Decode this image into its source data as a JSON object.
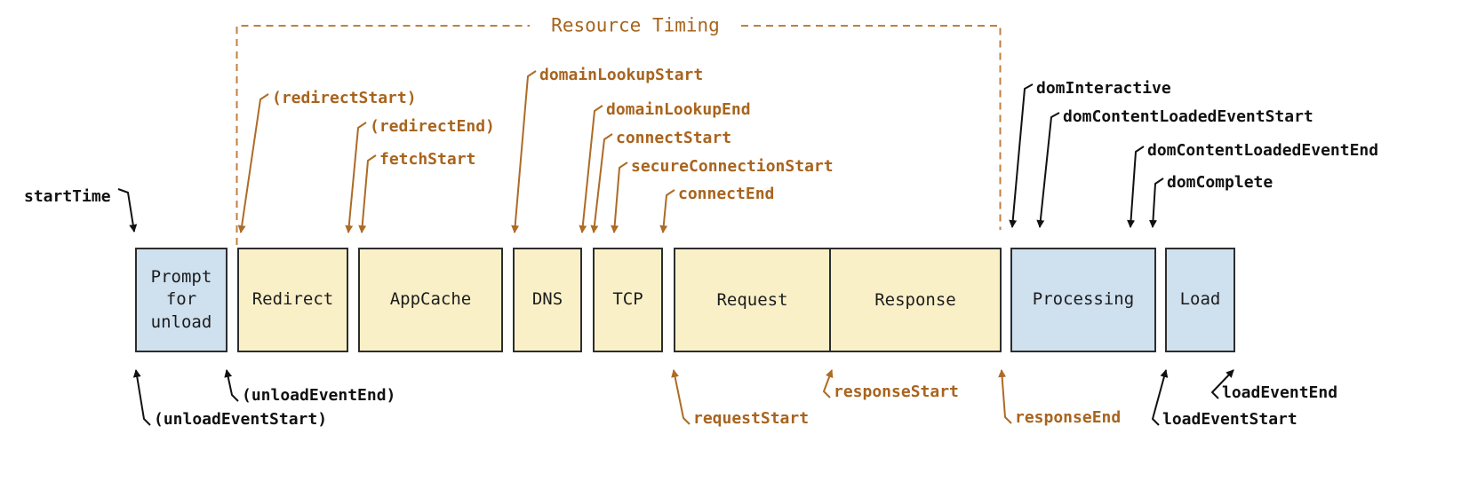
{
  "diagram": {
    "title": "Resource Timing",
    "phases": {
      "prompt": "Prompt for unload",
      "redirect": "Redirect",
      "appcache": "AppCache",
      "dns": "DNS",
      "tcp": "TCP",
      "request": "Request",
      "response": "Response",
      "processing": "Processing",
      "load": "Load"
    },
    "markers": {
      "startTime": "startTime",
      "redirectStart": "(redirectStart)",
      "redirectEnd": "(redirectEnd)",
      "fetchStart": "fetchStart",
      "domainLookupStart": "domainLookupStart",
      "domainLookupEnd": "domainLookupEnd",
      "connectStart": "connectStart",
      "secureConnectionStart": "secureConnectionStart",
      "connectEnd": "connectEnd",
      "domInteractive": "domInteractive",
      "domContentLoadedEventStart": "domContentLoadedEventStart",
      "domContentLoadedEventEnd": "domContentLoadedEventEnd",
      "domComplete": "domComplete",
      "unloadEventStart": "(unloadEventStart)",
      "unloadEventEnd": "(unloadEventEnd)",
      "requestStart": "requestStart",
      "responseStart": "responseStart",
      "responseEnd": "responseEnd",
      "loadEventStart": "loadEventStart",
      "loadEventEnd": "loadEventEnd"
    }
  },
  "colors": {
    "background": "#ffffff",
    "orange_text": "#a8641e",
    "orange_line": "#ad6b26",
    "orange_dash": "#c07f3f",
    "label_black": "#111111",
    "blue_fill": "#cfe0ef",
    "yellow_fill": "#faf0c8",
    "box_border": "#2d2d2d",
    "box_text": "#1c1c1c"
  }
}
